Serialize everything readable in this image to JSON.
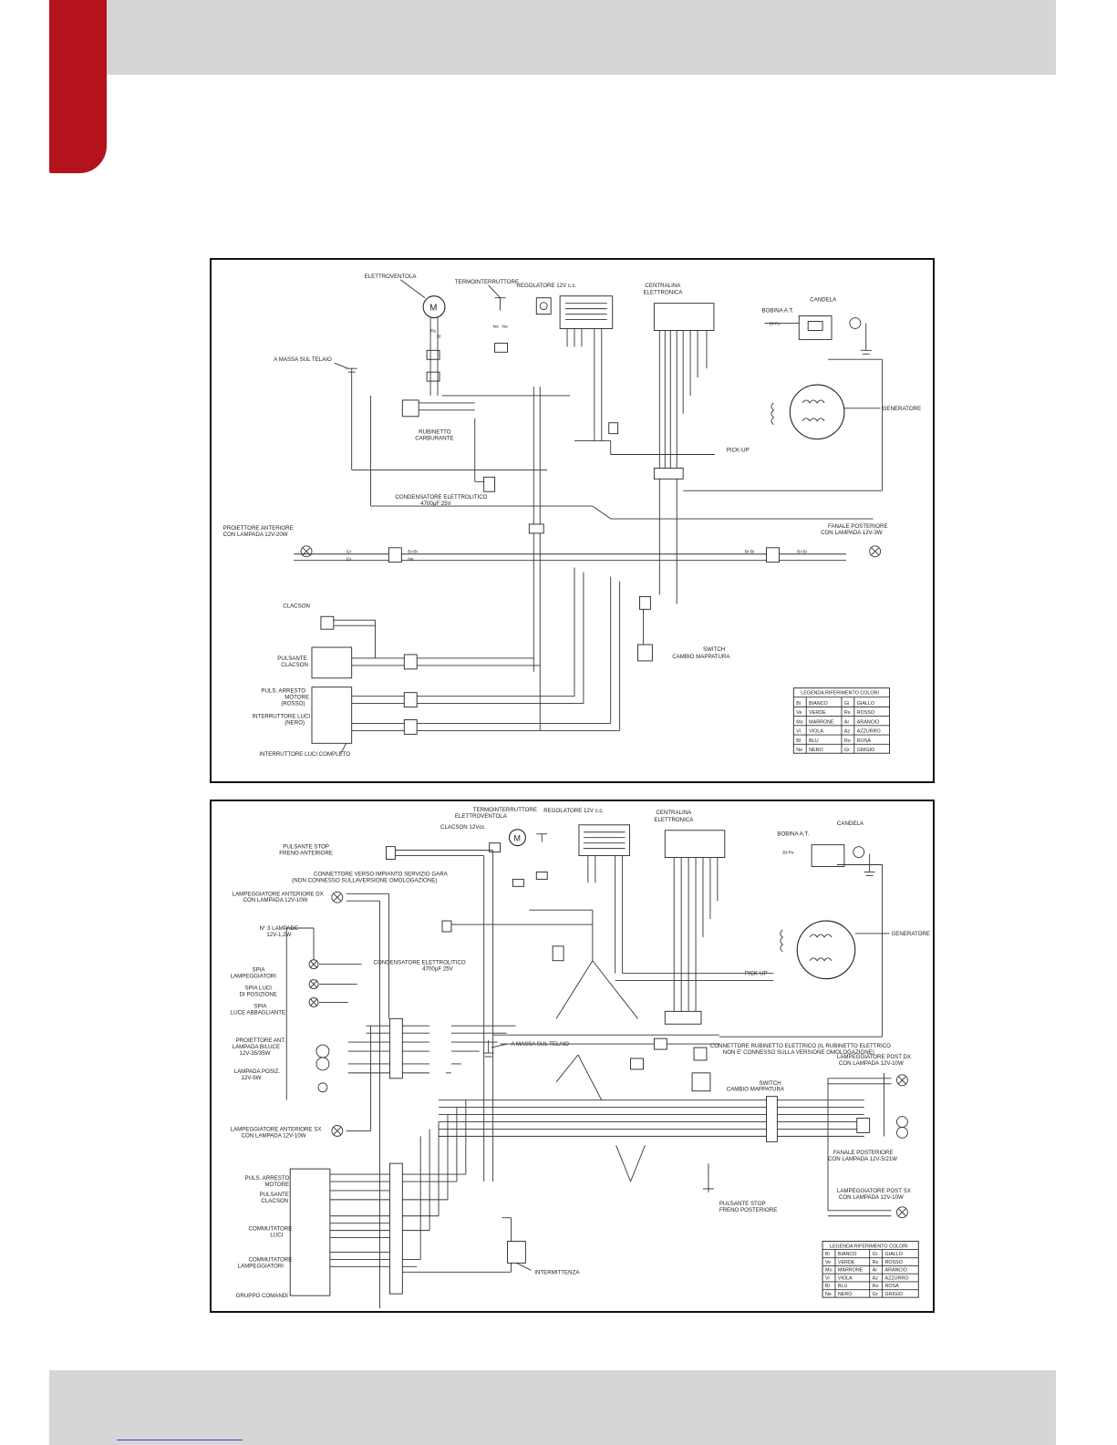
{
  "diagram1": {
    "labels": {
      "elettroventola": "ELETTROVENTOLA",
      "termointerruttore": "TERMOINTERRUTTORE",
      "regolatore": "REGOLATORE 12V c.c.",
      "centralina": "CENTRALINA",
      "centralina2": "ELETTRONICA",
      "candela": "CANDELA",
      "bobina": "BOBINA A.T.",
      "massa": "A MASSA SUL TELAIO",
      "rubinetto": "RUBINETTO",
      "rubinetto2": "CARBURANTE",
      "generatore": "GENERATORE",
      "pickup": "PICK-UP",
      "condensatore": "CONDENSATORE ELETTROLITICO",
      "condensatore2": "4700µF 25V",
      "proiettore": "PROIETTORE ANTERIORE",
      "proiettore2": "CON LAMPADA 12V-20W",
      "fanale": "FANALE POSTERIORE",
      "fanale2": "CON LAMPADA 12V-3W",
      "clacson": "CLACSON",
      "pulsante": "PULSANTE",
      "pulsante2": "CLACSON",
      "switch": "SWITCH",
      "switch2": "CAMBIO MAPPATURA",
      "arresto": "PULS. ARRESTO",
      "arresto2": "MOTORE",
      "arresto3": "(ROSSO)",
      "interruttore": "INTERRUTTORE LUCI",
      "interruttore2": "(NERO)",
      "completo": "INTERRUTTORE LUCI COMPLETO",
      "motor_m": "M"
    }
  },
  "diagram2": {
    "labels": {
      "termointerruttore": "TERMOINTERRUTTORE",
      "elettroventola": "ELETTROVENTOLA",
      "clacson": "CLACSON 12Vcc",
      "regolatore": "REGOLATORE 12V c.c.",
      "centralina": "CENTRALINA",
      "centralina2": "ELETTRONICA",
      "candela": "CANDELA",
      "bobina": "BOBINA A.T.",
      "stop_ant": "PULSANTE STOP",
      "stop_ant2": "FRENO ANTERIORE",
      "connettore_gara": "CONNETTORE VERSO IMPIANTO SERVIZIO GARA",
      "connettore_gara2": "(NON CONNESSO SULLAVERSIONE OMOLOGAZIONE)",
      "lamp_ant_dx": "LAMPEGGIATORE ANTERIORE DX",
      "lamp_ant_dx2": "CON LAMPADA 12V-10W",
      "n3lampade": "N° 3 LAMPADE",
      "n3lampade2": "12V-1,2W",
      "spia_lamp": "SPIA",
      "spia_lamp2": "LAMPEGGIATORI",
      "spia_pos": "SPIA LUCI",
      "spia_pos2": "DI POSIZIONE",
      "spia_abb": "SPIA",
      "spia_abb2": "LUCE ABBAGLIANTE",
      "condensatore": "CONDENSATORE ELETTROLITICO",
      "condensatore2": "4700µF 25V",
      "generatore": "GENERATORE",
      "pickup": "PICK-UP",
      "proiettore": "PROIETTORE ANT.",
      "proiettore2": "LAMPADA BILUCE",
      "proiettore3": "12V-35/35W",
      "lampada_pos": "LAMPADA POSIZ.",
      "lampada_pos2": "12V-5W",
      "massa": "A MASSA SUL TELAIO",
      "connettore_rub": "CONNETTORE RUBINETTO ELETTRICO (IL RUBINETTO ELETTRICO",
      "connettore_rub2": "NON E' CONNESSO SULLA VERSIONE OMOLOGAZIONE)",
      "lamp_post_dx": "LAMPEGGIATORE POST DX",
      "lamp_post_dx2": "CON LAMPADA 12V-10W",
      "switch": "SWITCH",
      "switch2": "CAMBIO MAPPATURA",
      "lamp_ant_sx": "LAMPEGGIATORE ANTERIORE SX",
      "lamp_ant_sx2": "CON LAMPADA 12V-10W",
      "fanale": "FANALE POSTERIORE",
      "fanale2": "CON LAMPADA 12V-5/21W",
      "arresto": "PULS. ARRESTO",
      "arresto2": "MOTORE",
      "pulsante": "PULSANTE",
      "pulsante2": "CLACSON",
      "stop_post": "PULSANTE STOP",
      "stop_post2": "FRENO POSTERIORE",
      "lamp_post_sx": "LAMPEGGIATORE POST SX",
      "lamp_post_sx2": "CON LAMPADA 12V-10W",
      "commutatore": "COMMUTATORE",
      "commutatore2": "LUCI",
      "comm_lamp": "COMMUTATORE",
      "comm_lamp2": "LAMPEGGIATORI",
      "intermittenza": "INTERMITTENZA",
      "gruppo": "GRUPPO COMANDI",
      "motor_m": "M"
    }
  },
  "legend": {
    "title": "LEGENDA RIFERIMENTO COLORI",
    "rows": [
      [
        "Bi",
        "BIANCO",
        "Gi",
        "GIALLO"
      ],
      [
        "Ve",
        "VERDE",
        "Rs",
        "ROSSO"
      ],
      [
        "Mo",
        "MARRONE",
        "Ar",
        "ARANCIO"
      ],
      [
        "Vi",
        "VIOLA",
        "Az",
        "AZZURRO"
      ],
      [
        "Bl",
        "BLU",
        "Ro",
        "ROSA"
      ],
      [
        "Ne",
        "NERO",
        "Gr",
        "GRIGIO"
      ]
    ]
  },
  "wire_codes": {
    "ne": "Ne",
    "bi": "Bl",
    "rs": "Rs",
    "mo": "Mo",
    "gi": "Gi",
    "gr": "Gr",
    "ve": "Ve",
    "vi": "Vi",
    "az": "Az",
    "ar": "Ar",
    "ro": "Ro",
    "bibi": "Bi-Bi",
    "bine": "Bi-Ne",
    "blrs": "Bl-Rs",
    "bl": "Bl"
  },
  "colors": {
    "accent": "#b5131b",
    "band": "#d6d6d6",
    "ink": "#222222"
  }
}
